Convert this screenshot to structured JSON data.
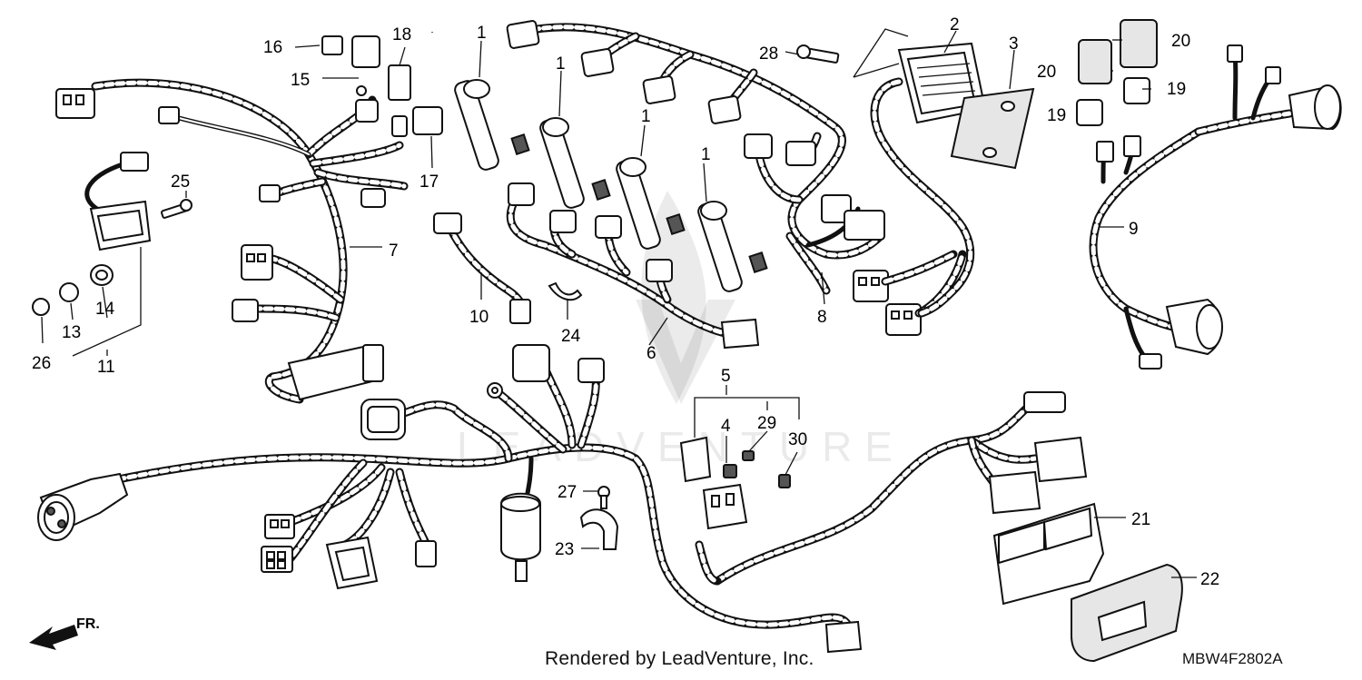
{
  "watermark": "LEADVENTURE",
  "footer": "Rendered by LeadVenture, Inc.",
  "diagram_code": "MBW4F2802A",
  "direction": {
    "label": "FR.",
    "icon": "front-direction-arrow-icon"
  },
  "callouts": {
    "c1a": "1",
    "c1b": "1",
    "c1c": "1",
    "c1d": "1",
    "c2": "2",
    "c3": "3",
    "c4": "4",
    "c5": "5",
    "c6": "6",
    "c7": "7",
    "c8": "8",
    "c9": "9",
    "c10": "10",
    "c11": "11",
    "c13": "13",
    "c14": "14",
    "c15": "15",
    "c16": "16",
    "c17": "17",
    "c18": "18",
    "c19a": "19",
    "c19b": "19",
    "c20a": "20",
    "c20b": "20",
    "c21": "21",
    "c22": "22",
    "c23": "23",
    "c24": "24",
    "c25": "25",
    "c26": "26",
    "c27": "27",
    "c28": "28",
    "c29": "29",
    "c30": "30"
  }
}
